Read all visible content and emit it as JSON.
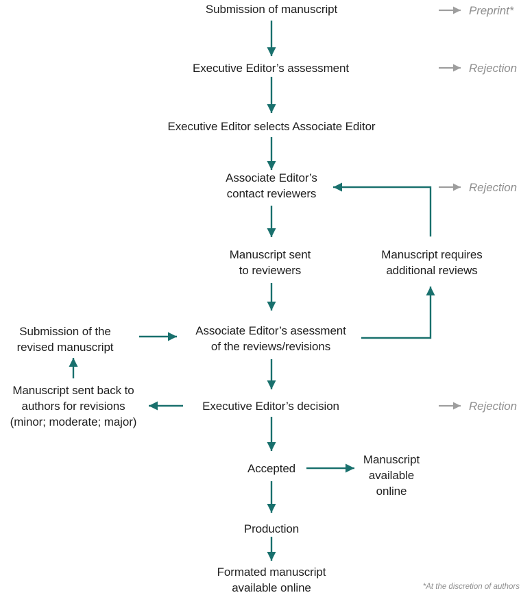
{
  "colors": {
    "accent": "#19706d",
    "muted_arrow": "#9e9e9e",
    "muted_text": "#8f8f8f",
    "text": "#1f1f1f",
    "background": "#ffffff"
  },
  "nodes": {
    "submission": {
      "lines": [
        "Submission of manuscript"
      ]
    },
    "exec_assessment": {
      "lines": [
        "Executive Editor’s assessment"
      ]
    },
    "exec_selects": {
      "lines": [
        "Executive Editor selects Associate Editor"
      ]
    },
    "ae_contact": {
      "lines": [
        "Associate Editor’s",
        "contact reviewers"
      ]
    },
    "ms_to_reviewers": {
      "lines": [
        "Manuscript sent",
        "to reviewers"
      ]
    },
    "ms_requires": {
      "lines": [
        "Manuscript requires",
        "additional reviews"
      ]
    },
    "revised_submission": {
      "lines": [
        "Submission of the",
        "revised manuscript"
      ]
    },
    "ae_asessment": {
      "lines": [
        "Associate Editor’s asessment",
        "of the reviews/revisions"
      ]
    },
    "sent_back": {
      "lines": [
        "Manuscript sent back to",
        "authors for revisions",
        "(minor; moderate; major)"
      ]
    },
    "exec_decision": {
      "lines": [
        "Executive Editor’s decision"
      ]
    },
    "accepted": {
      "lines": [
        "Accepted"
      ]
    },
    "ms_online": {
      "lines": [
        "Manuscript",
        "available",
        "online"
      ]
    },
    "production": {
      "lines": [
        "Production"
      ]
    },
    "formatted_online": {
      "lines": [
        "Formated manuscript",
        "available online"
      ]
    }
  },
  "outcomes": {
    "preprint": "Preprint*",
    "rejection_1": "Rejection",
    "rejection_2": "Rejection",
    "rejection_3": "Rejection"
  },
  "footnote": "*At the discretion of authors"
}
